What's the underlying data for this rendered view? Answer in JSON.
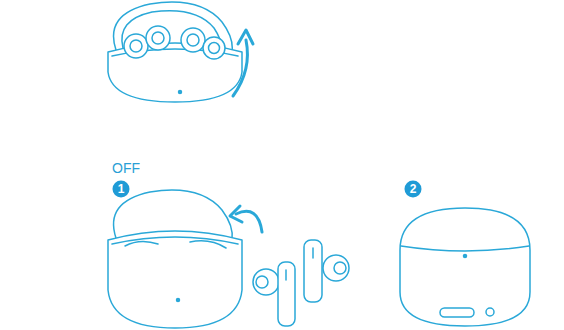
{
  "diagram": {
    "labels": [
      "OFF",
      "1",
      "2"
    ]
  }
}
